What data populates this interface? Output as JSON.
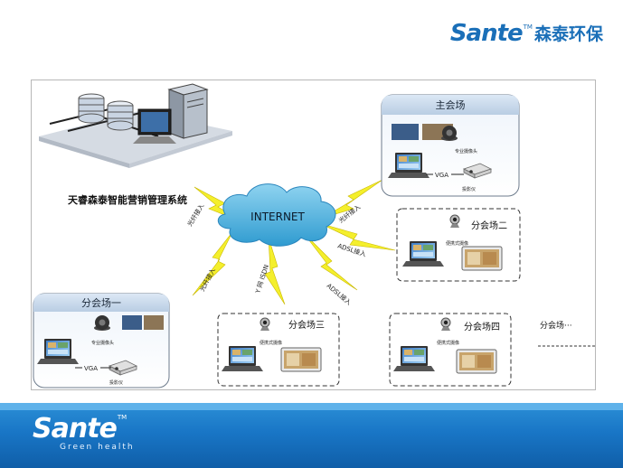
{
  "header": {
    "logo_brand": "Sante",
    "logo_tm": "TM",
    "logo_cn": "森泰环保"
  },
  "diagram": {
    "system_label": "天睿森泰智能营销管理系统",
    "cloud_label": "INTERNET",
    "venues": {
      "main": "主会场",
      "branch1": "分会场一",
      "branch2": "分会场二",
      "branch3": "分会场三",
      "branch4": "分会场四",
      "more": "分会场···"
    },
    "links": {
      "fiber_left": "光纤接入",
      "fiber_right": "光纤接入",
      "fiber_lower": "光纤接入",
      "adsl_upper": "ADSL接入",
      "adsl_lower": "ADSL接入",
      "wireless": "Y 网 ISDN"
    },
    "device_labels": {
      "vga": "VGA",
      "camera_pro": "专业摄像头",
      "projector": "投影仪",
      "camera_portable": "便携式摄像"
    }
  },
  "footer": {
    "logo_brand": "Sante",
    "logo_tm": "TM",
    "tagline": "Green health"
  },
  "colors": {
    "brand_blue": "#1a6fb8",
    "cloud": "#3aa9d8",
    "lightning": "#f2ee2a",
    "footer_blue": "#1976c6"
  }
}
